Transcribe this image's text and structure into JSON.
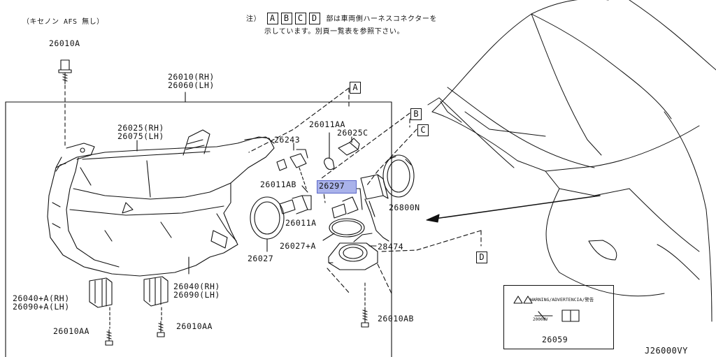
{
  "diagram_code": "J26000VY",
  "top_left_note": "（キセノン AFS 無し）",
  "note": {
    "prefix": "注）",
    "letters": [
      "A",
      "B",
      "C",
      "D"
    ],
    "line1_suffix": "部は車両側ハーネスコネクターを",
    "line2": "示しています。別頁一覧表を参照下さい。"
  },
  "callouts": [
    "A",
    "B",
    "C",
    "D"
  ],
  "parts": {
    "p26010A": "26010A",
    "p26010_rh": "26010(RH)",
    "p26060_lh": "26060(LH)",
    "p26025_rh": "26025(RH)",
    "p26075_lh": "26075(LH)",
    "p26243": "26243",
    "p26011AA": "26011AA",
    "p26025C": "26025C",
    "p26011AB": "26011AB",
    "p26297": "26297",
    "p26800N": "26800N",
    "p26011A": "26011A",
    "p26027A": "26027+A",
    "p28474": "28474",
    "p26027": "26027",
    "p26040A_rh": "26040+A(RH)",
    "p26090A_lh": "26090+A(LH)",
    "p26040_rh": "26040(RH)",
    "p26090_lh": "26090(LH)",
    "p26010AA_a": "26010AA",
    "p26010AA_b": "26010AA",
    "p26010AB": "26010AB",
    "p26059": "26059"
  },
  "warning_label": {
    "header": "WARNING/ADVERTENCIA/警告",
    "voltage": "20000V"
  },
  "highlighted_part": "26297"
}
